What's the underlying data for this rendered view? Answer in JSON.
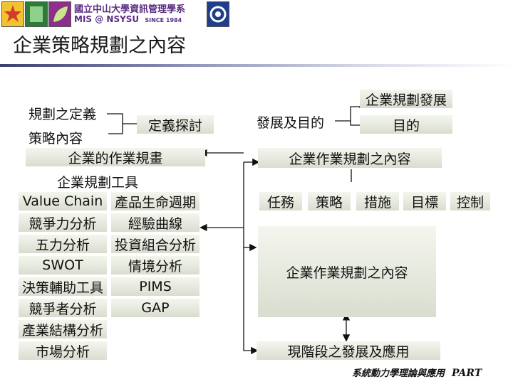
{
  "header": {
    "org_line1": "國立中山大學資訊管理學系",
    "org_line2": "MIS @ NSYSU",
    "since": "SINCE 1984"
  },
  "title": "企業策略規劃之內容",
  "left": {
    "definition": "規劃之定義",
    "content": "策略內容",
    "discussion": "定義探討",
    "ops_plan": "企業的作業規畫",
    "tools_title": "企業規劃工具",
    "tools_col1": [
      "Value Chain",
      "競爭力分析",
      "五力分析",
      "SWOT",
      "決策輔助工具",
      "競爭者分析",
      "產業結構分析",
      "市場分析"
    ],
    "tools_col2": [
      "產品生命週期",
      "經驗曲線",
      "投資組合分析",
      "情境分析",
      "PIMS",
      "GAP"
    ]
  },
  "right": {
    "development_goal": "發展及目的",
    "enterprise_dev": "企業規劃發展",
    "purpose": "目的",
    "ops_content_title": "企業作業規劃之內容",
    "elements": [
      "任務",
      "策略",
      "措施",
      "目標",
      "控制"
    ],
    "ops_content_box": "企業作業規劃之內容",
    "current_stage": "現階段之發展及應用"
  },
  "footer": {
    "text": "系統動力學理論與應用",
    "part": "PART"
  },
  "colors": {
    "box_light": "#f4f6ee",
    "box_dark": "#d9ddcf",
    "rule_dark": "#3b3f6e"
  }
}
